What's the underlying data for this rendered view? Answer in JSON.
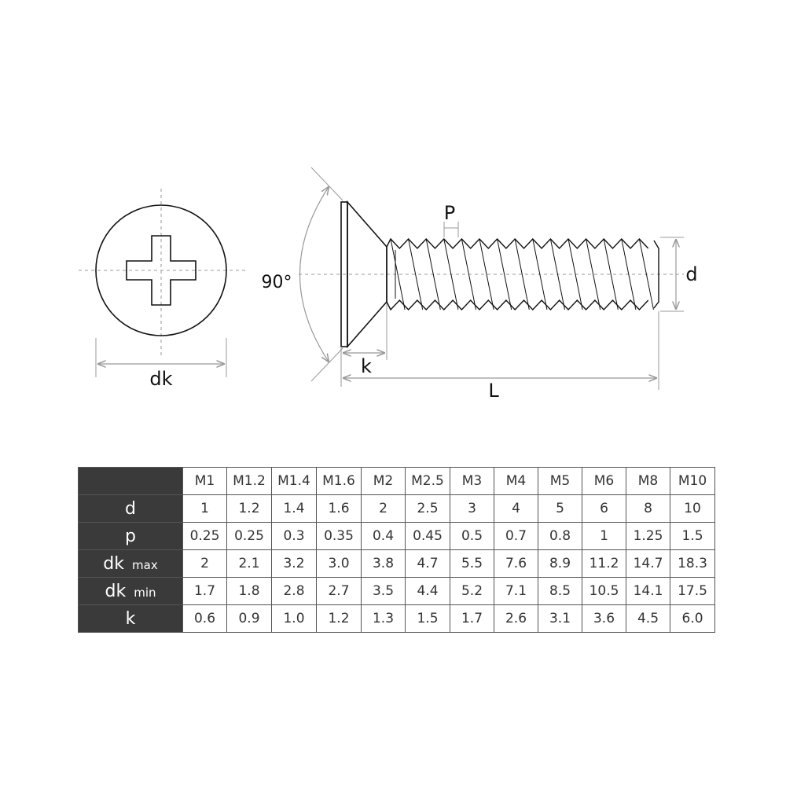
{
  "drawing": {
    "labels": {
      "dk": "dk",
      "angle": "90°",
      "k": "k",
      "p": "P",
      "l": "L",
      "d": "d"
    }
  },
  "table": {
    "sizes": [
      "M1",
      "M1.2",
      "M1.4",
      "M1.6",
      "M2",
      "M2.5",
      "M3",
      "M4",
      "M5",
      "M6",
      "M8",
      "M10"
    ],
    "rows": [
      {
        "label": "d",
        "sub": "",
        "values": [
          "1",
          "1.2",
          "1.4",
          "1.6",
          "2",
          "2.5",
          "3",
          "4",
          "5",
          "6",
          "8",
          "10"
        ]
      },
      {
        "label": "p",
        "sub": "",
        "values": [
          "0.25",
          "0.25",
          "0.3",
          "0.35",
          "0.4",
          "0.45",
          "0.5",
          "0.7",
          "0.8",
          "1",
          "1.25",
          "1.5"
        ]
      },
      {
        "label": "dk",
        "sub": "max",
        "values": [
          "2",
          "2.1",
          "3.2",
          "3.0",
          "3.8",
          "4.7",
          "5.5",
          "7.6",
          "8.9",
          "11.2",
          "14.7",
          "18.3"
        ]
      },
      {
        "label": "dk",
        "sub": "min",
        "values": [
          "1.7",
          "1.8",
          "2.8",
          "2.7",
          "3.5",
          "4.4",
          "5.2",
          "7.1",
          "8.5",
          "10.5",
          "14.1",
          "17.5"
        ]
      },
      {
        "label": "k",
        "sub": "",
        "values": [
          "0.6",
          "0.9",
          "1.0",
          "1.2",
          "1.3",
          "1.5",
          "1.7",
          "2.6",
          "3.1",
          "3.6",
          "4.5",
          "6.0"
        ]
      }
    ]
  }
}
